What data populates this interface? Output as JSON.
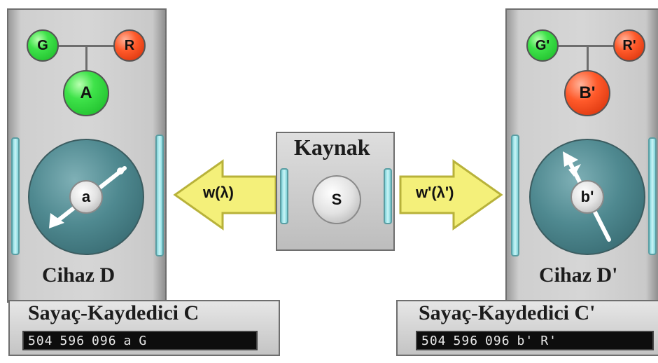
{
  "left_device": {
    "green_lamp": "G",
    "red_lamp": "R",
    "indicator": "A",
    "dial": "a",
    "name": "Cihaz D",
    "counter": {
      "title": "Sayaç-Kaydedici C",
      "readout": [
        "504",
        "596",
        "096",
        "a",
        "G"
      ]
    }
  },
  "source": {
    "title": "Kaynak",
    "knob": "S",
    "left_arrow": "w(λ)",
    "right_arrow": "w'(λ')"
  },
  "right_device": {
    "green_lamp": "G'",
    "red_lamp": "R'",
    "indicator": "B'",
    "dial": "b'",
    "name": "Cihaz D'",
    "counter": {
      "title": "Sayaç-Kaydedici C'",
      "readout": [
        "504",
        "596",
        "096",
        "b'",
        "R'"
      ]
    }
  },
  "colors": {
    "lamp_green": "#3fe34a",
    "lamp_red": "#ff5a2a",
    "arrow_yellow": "#f4f07a",
    "slot_cyan": "#9fe6ea",
    "dial_teal": "#4f8990"
  }
}
